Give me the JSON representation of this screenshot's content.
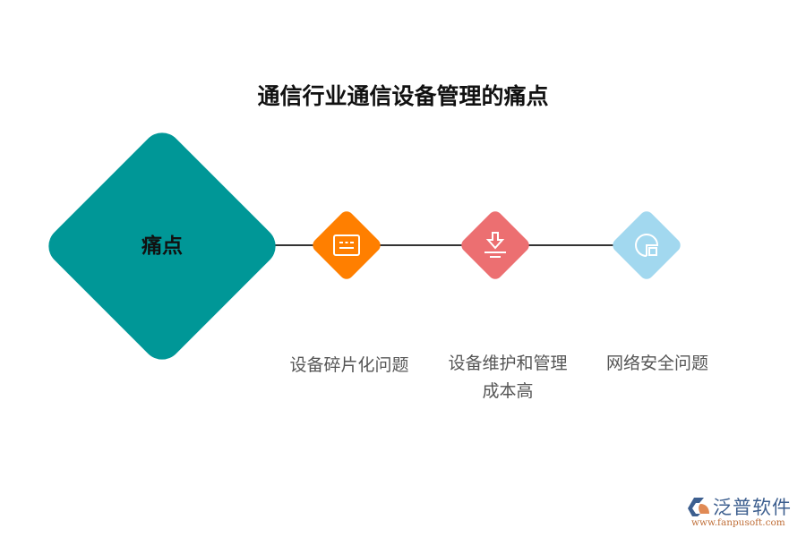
{
  "title": "通信行业通信设备管理的痛点",
  "center": {
    "label": "痛点",
    "color": "#009797"
  },
  "nodes": [
    {
      "label": "设备碎片化问题",
      "icon": "message-box-icon",
      "color": "#ff7f00"
    },
    {
      "label_line1": "设备维护和管理",
      "label_line2": "成本高",
      "icon": "download-icon",
      "color": "#ec6f71"
    },
    {
      "label": "网络安全问题",
      "icon": "pie-chart-square-icon",
      "color": "#a2d8ef"
    }
  ],
  "connector_color": "#333333",
  "watermark": {
    "brand": "泛普软件",
    "url": "www.fanpusoft.com"
  }
}
